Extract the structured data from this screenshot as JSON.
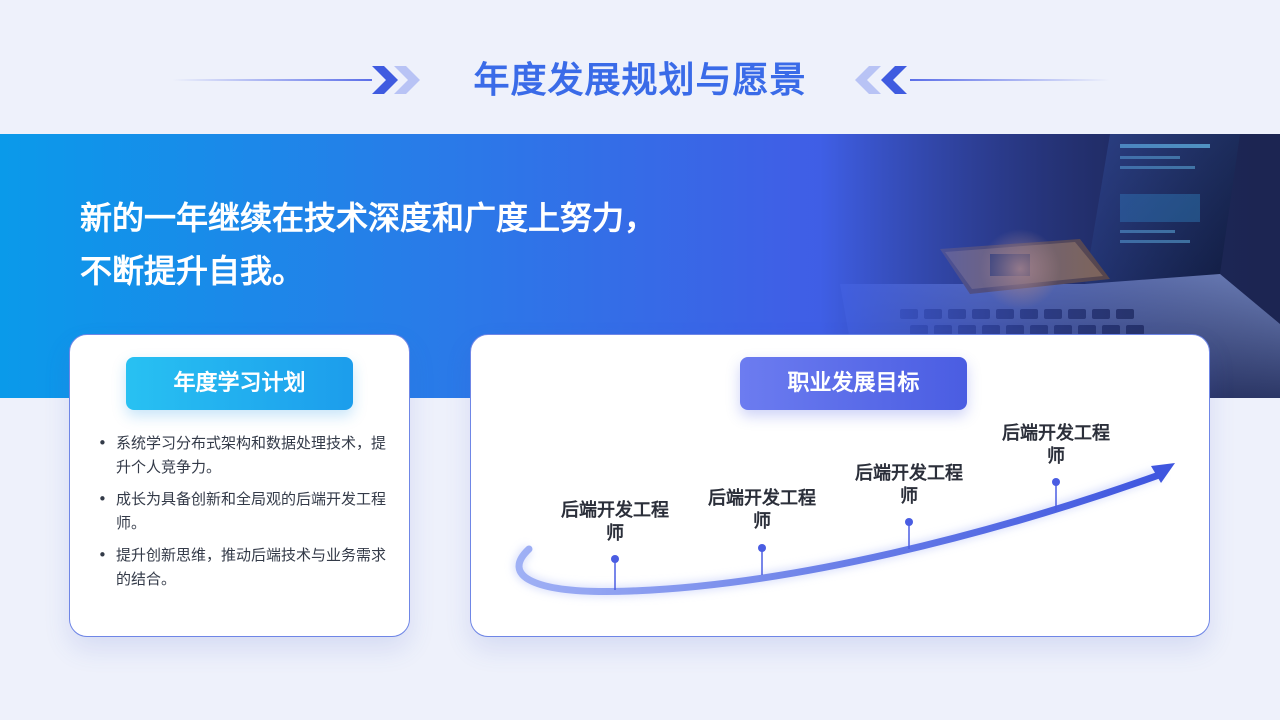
{
  "page": {
    "title": "年度发展规划与愿景"
  },
  "hero": {
    "headline_line1": "新的一年继续在技术深度和广度上努力，",
    "headline_line2": "不断提升自我。"
  },
  "learning_plan": {
    "heading": "年度学习计划",
    "items": [
      "系统学习分布式架构和数据处理技术，提升个人竞争力。",
      "成长为具备创新和全局观的后端开发工程师。",
      "提升创新思维，推动后端技术与业务需求的结合。"
    ]
  },
  "career_goals": {
    "heading": "职业发展目标",
    "milestones": [
      "后端开发工程师",
      "后端开发工程师",
      "后端开发工程师",
      "后端开发工程师"
    ]
  },
  "colors": {
    "title": "#3a6be8",
    "hero_start": "#0a9aea",
    "hero_end": "#3b55d8",
    "accent_blue": "#4a5de2",
    "accent_cyan": "#1c9dec",
    "card_border": "#6f86e6"
  }
}
